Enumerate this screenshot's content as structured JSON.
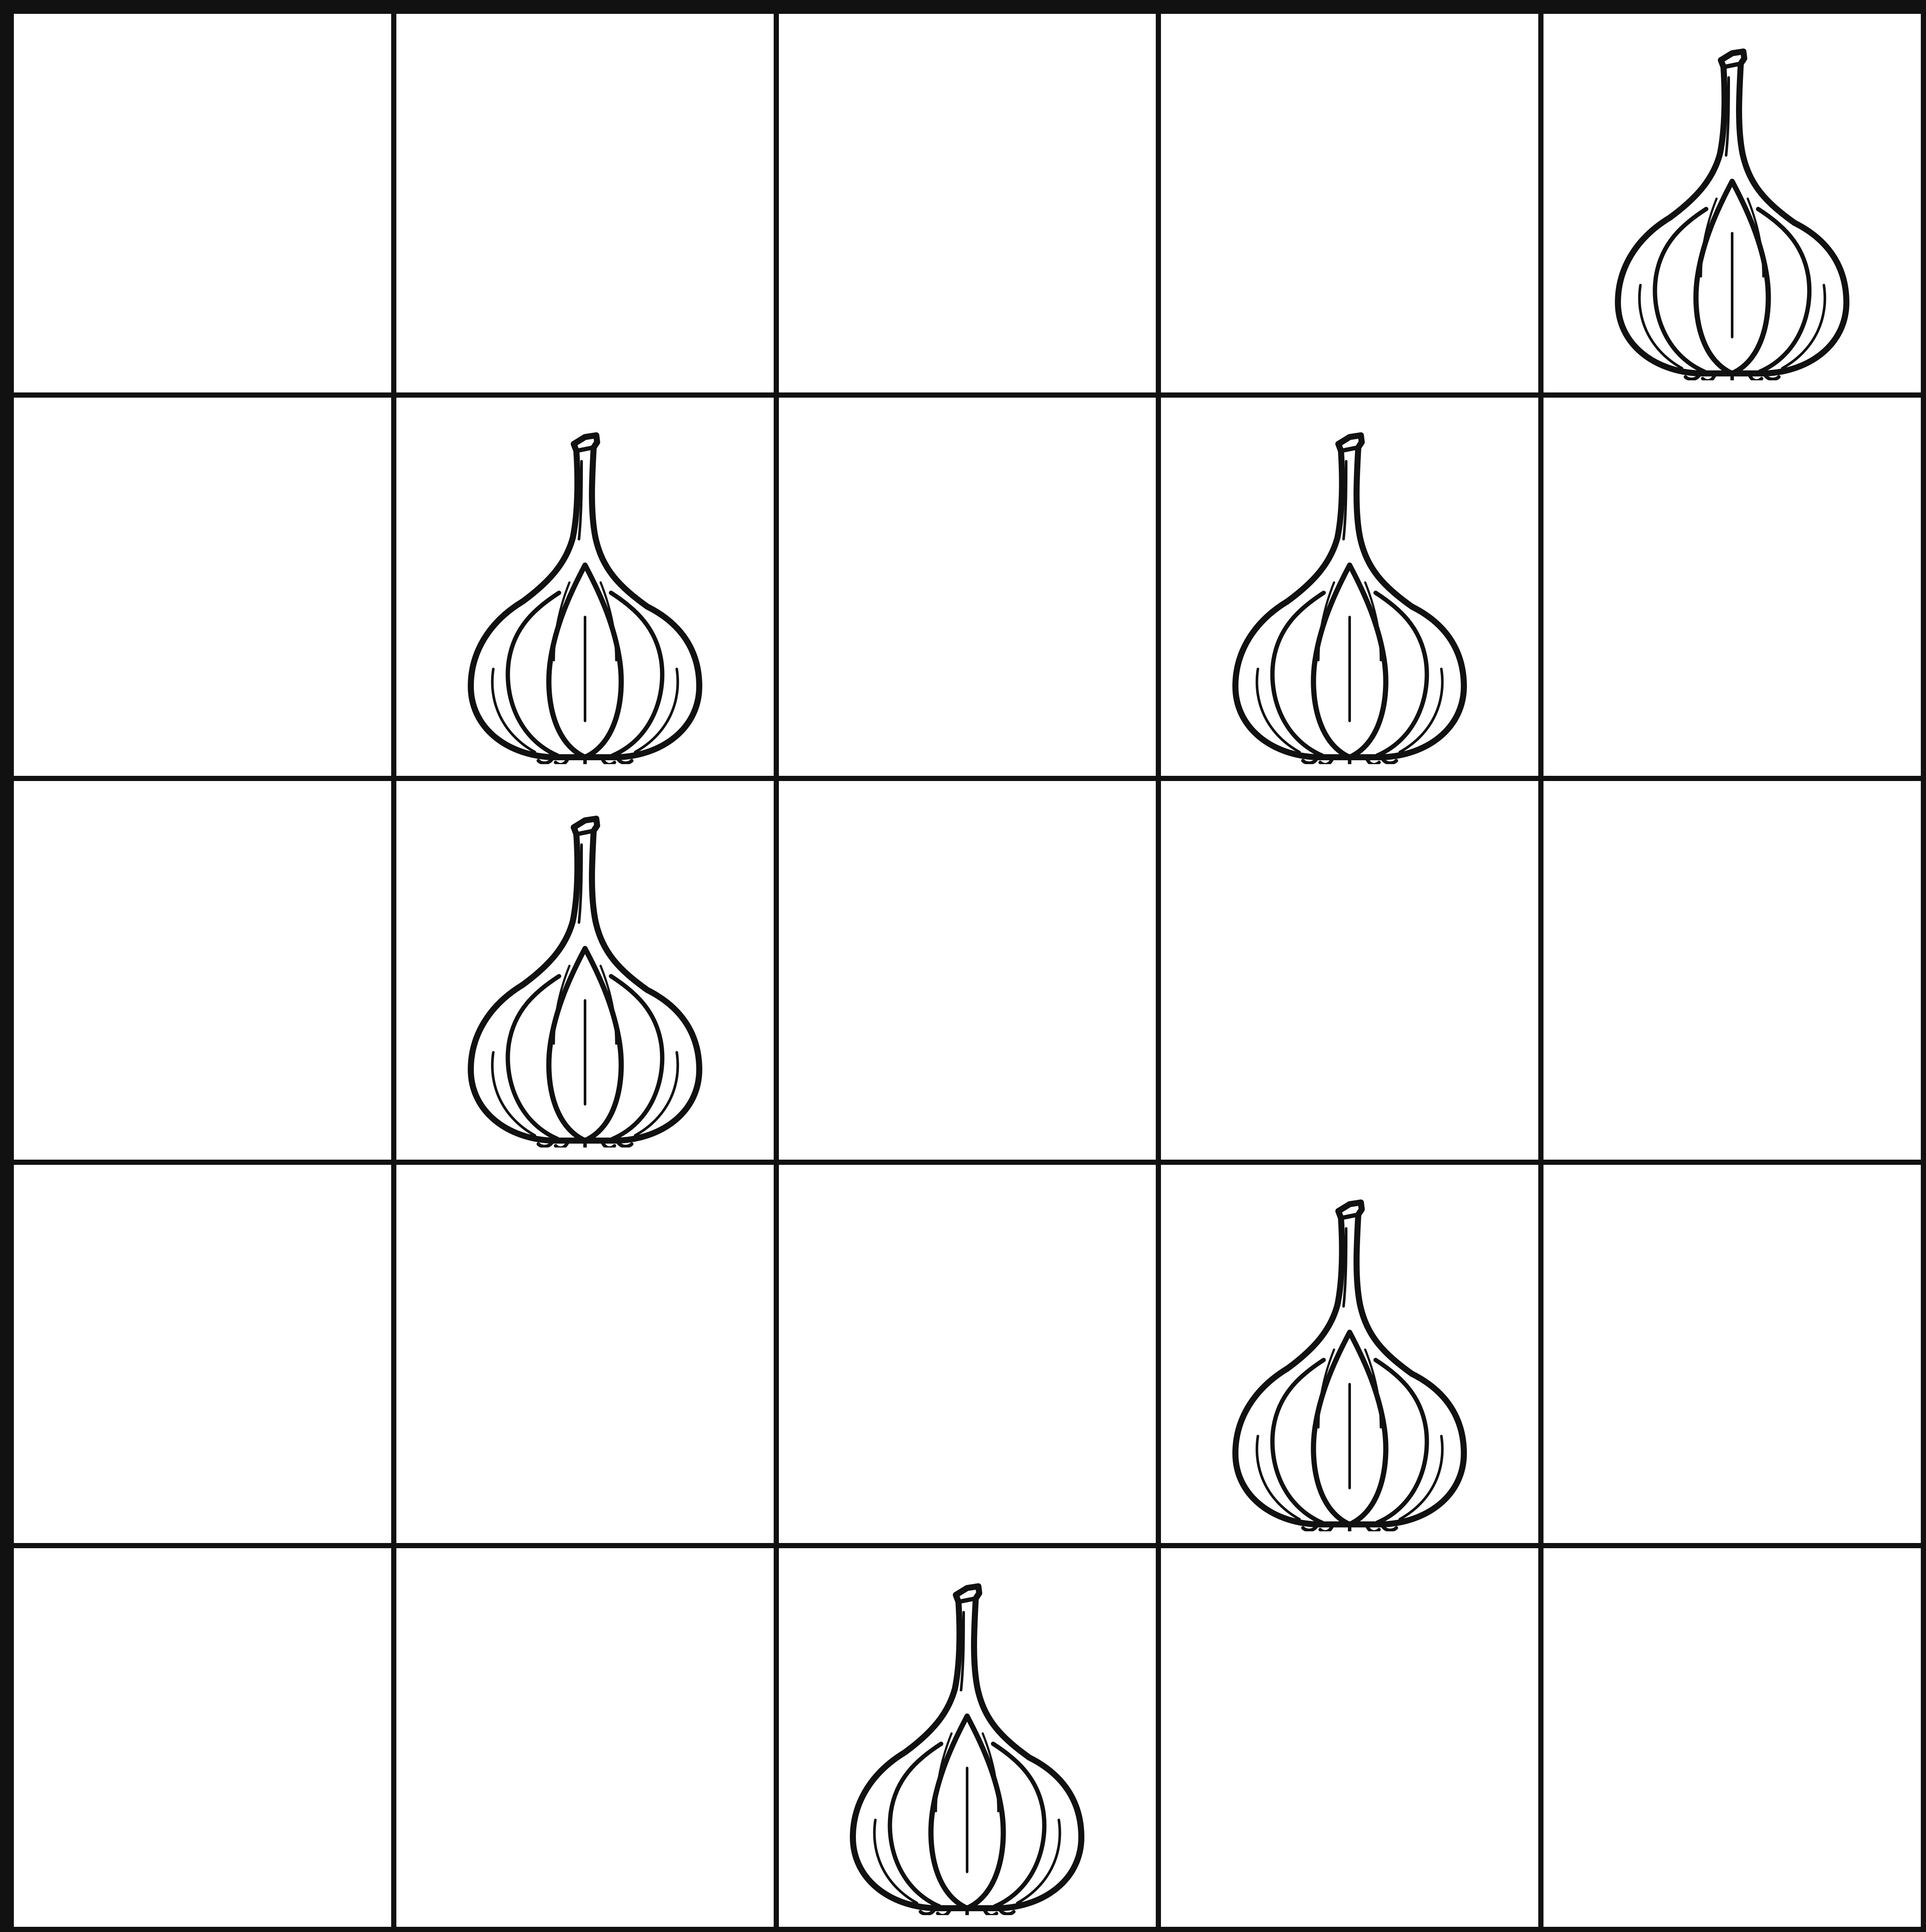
{
  "grid": {
    "rows": 5,
    "cols": 5,
    "line_color": "#111111",
    "background": "#ffffff",
    "item_icon": "garlic-icon",
    "cells": [
      [
        0,
        0,
        0,
        0,
        1
      ],
      [
        0,
        1,
        0,
        1,
        0
      ],
      [
        0,
        1,
        0,
        0,
        0
      ],
      [
        0,
        0,
        0,
        1,
        0
      ],
      [
        0,
        0,
        1,
        0,
        0
      ]
    ]
  }
}
